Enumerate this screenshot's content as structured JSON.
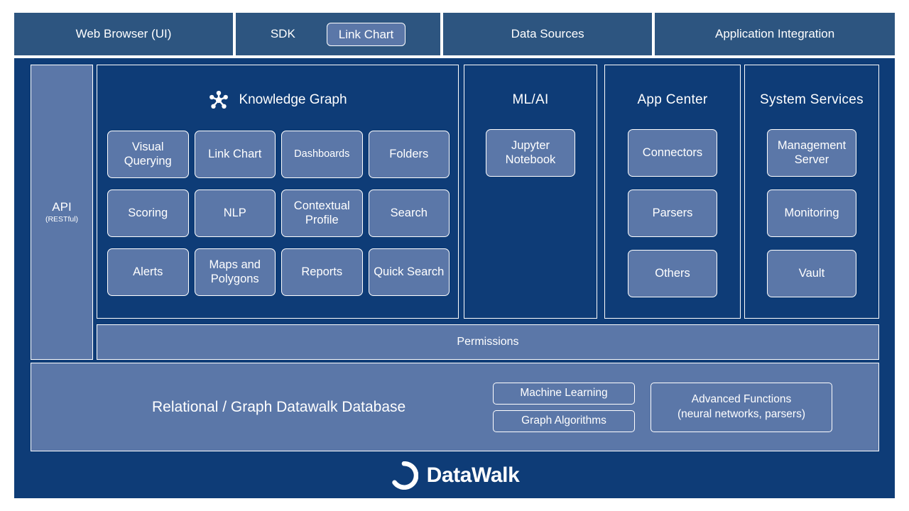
{
  "topbar": {
    "panels": [
      {
        "label": "Web Browser (UI)",
        "name": "web-browser-ui"
      },
      {
        "label": "SDK",
        "name": "sdk",
        "chip": "Link Chart"
      },
      {
        "label": "Data Sources",
        "name": "data-sources"
      },
      {
        "label": "Application Integration",
        "name": "application-integration"
      }
    ]
  },
  "api": {
    "title": "API",
    "subtitle": "(RESTful)"
  },
  "knowledge_graph": {
    "title": "Knowledge Graph",
    "icon": "knowledge-graph-node-icon",
    "tiles": [
      {
        "label": "Visual Querying",
        "small": false
      },
      {
        "label": "Link Chart",
        "small": false
      },
      {
        "label": "Dashboards",
        "small": true
      },
      {
        "label": "Folders",
        "small": false
      },
      {
        "label": "Scoring",
        "small": false
      },
      {
        "label": "NLP",
        "small": false
      },
      {
        "label": "Contextual Profile",
        "small": false
      },
      {
        "label": "Search",
        "small": false
      },
      {
        "label": "Alerts",
        "small": false
      },
      {
        "label": "Maps and Polygons",
        "small": false
      },
      {
        "label": "Reports",
        "small": false
      },
      {
        "label": "Quick Search",
        "small": false
      }
    ]
  },
  "ml_ai": {
    "title": "ML/AI",
    "tiles": [
      {
        "label": "Jupyter Notebook"
      }
    ]
  },
  "app_center": {
    "title": "App Center",
    "tiles": [
      {
        "label": "Connectors"
      },
      {
        "label": "Parsers"
      },
      {
        "label": "Others"
      }
    ]
  },
  "system_services": {
    "title": "System Services",
    "tiles": [
      {
        "label": "Management Server"
      },
      {
        "label": "Monitoring"
      },
      {
        "label": "Vault"
      }
    ]
  },
  "permissions": {
    "label": "Permissions"
  },
  "database": {
    "title": "Relational / Graph Datawalk Database",
    "boxes": [
      {
        "label": "Machine Learning"
      },
      {
        "label": "Graph Algorithms"
      }
    ],
    "advanced": "Advanced Functions\n(neural networks, parsers)",
    "advanced_line1": "Advanced Functions",
    "advanced_line2": "(neural networks, parsers)"
  },
  "footer": {
    "brand": "DataWalk",
    "logo_icon": "datawalk-ring-logo-icon"
  },
  "colors": {
    "page_background": "#ffffff",
    "topbar_panel": "#2d5580",
    "body_navy": "#0e3c77",
    "tile_slate": "#5b77a8",
    "outline_white": "#ffffff",
    "text_white": "#ffffff"
  }
}
